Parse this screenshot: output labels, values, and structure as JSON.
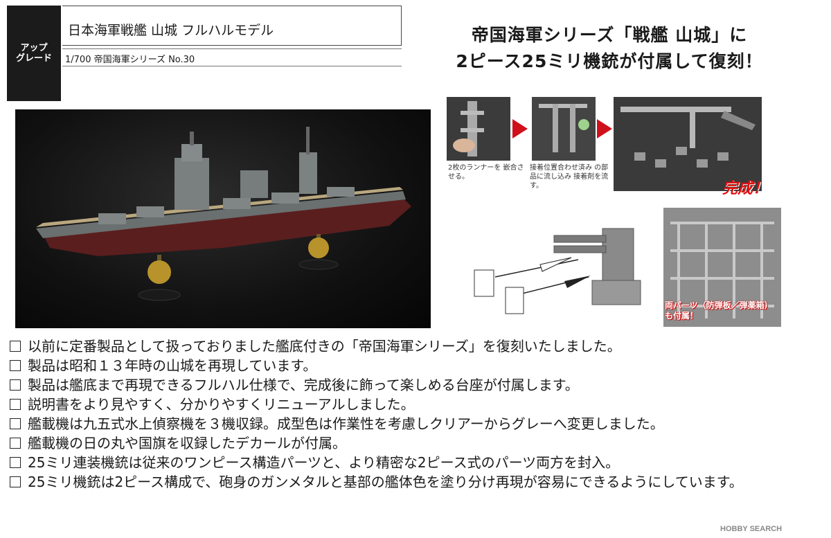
{
  "header": {
    "badge_line1": "アップ",
    "badge_line2": "グレード",
    "title": "日本海軍戦艦 山城 フルハルモデル",
    "subtitle": "1/700 帝国海軍シリーズ No.30"
  },
  "headline": {
    "line1": "帝国海軍シリーズ「戦艦 山城」に",
    "line2": "2ピース25ミリ機銃が付属して復刻！"
  },
  "steps": {
    "note1": "2枚のランナーを 嵌合させる。",
    "note2": "接着位置合わせ済み の部品に流し込み 接着剤を流す。",
    "done": "完成！",
    "sprue_label": "両パーツ（防弾板／弾薬箱） も付属！"
  },
  "features": [
    "以前に定番製品として扱っておりました艦底付きの「帝国海軍シリーズ」を復刻いたしました。",
    "製品は昭和１３年時の山城を再現しています。",
    "製品は艦底まで再現できるフルハル仕様で、完成後に飾って楽しめる台座が付属します。",
    "説明書をより見やすく、分かりやすくリニューアルしました。",
    "艦載機は九五式水上偵察機を３機収録。成型色は作業性を考慮しクリアーからグレーへ変更しました。",
    "艦載機の日の丸や国旗を収録したデカールが付属。",
    "25ミリ連装機銃は従来のワンピース構造パーツと、より精密な2ピース式のパーツ両方を封入。",
    "25ミリ機銃は2ピース構成で、砲身のガンメタルと基部の艦体色を塗り分け再現が容易にできるようにしています。"
  ],
  "watermark": "HOBBY SEARCH",
  "colors": {
    "accent_red": "#d0101a",
    "badge_bg": "#1b1b1b"
  }
}
